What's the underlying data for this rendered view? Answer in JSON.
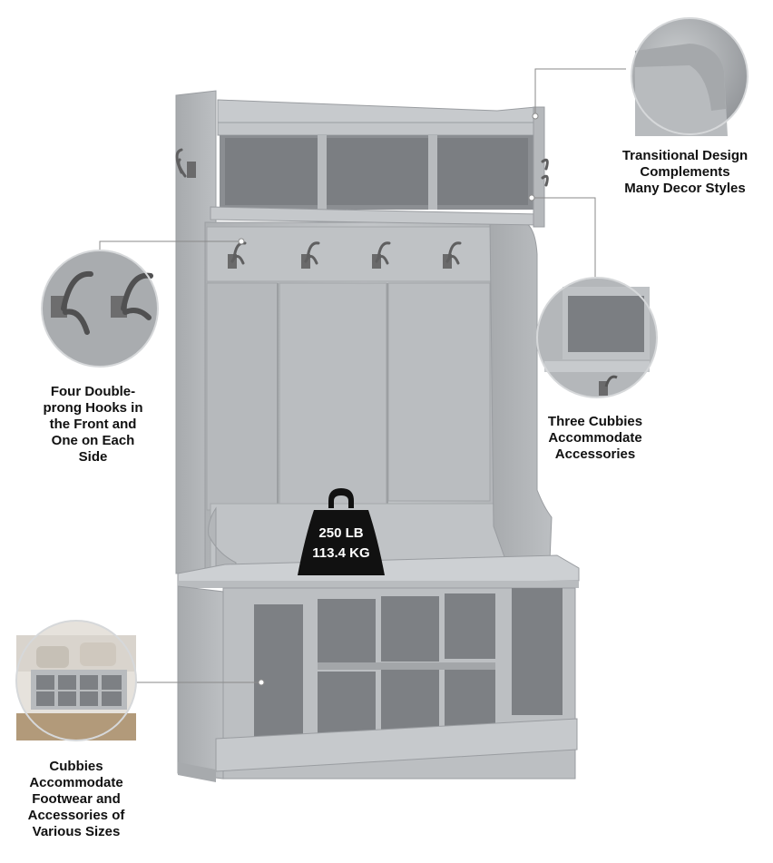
{
  "captions": {
    "design": "Transitional Design\nComplements\nMany Decor Styles",
    "hooks": "Four Double-\nprong Hooks in\nthe Front and\nOne on Each\nSide",
    "top_cubbies": "Three Cubbies\nAccommodate\nAccessories",
    "footwear": "Cubbies\nAccommodate\nFootwear and\nAccessories of\nVarious Sizes"
  },
  "weight_badge": {
    "line1": "250 LB",
    "line2": "113.4 KG"
  },
  "colors": {
    "furniture": "#b9bcbf",
    "furniture_dark": "#9a9da1",
    "cubby_interior": "#7d8084",
    "leader_line": "#8a8a8a",
    "badge": "#111111",
    "hook": "#5f5f60"
  }
}
